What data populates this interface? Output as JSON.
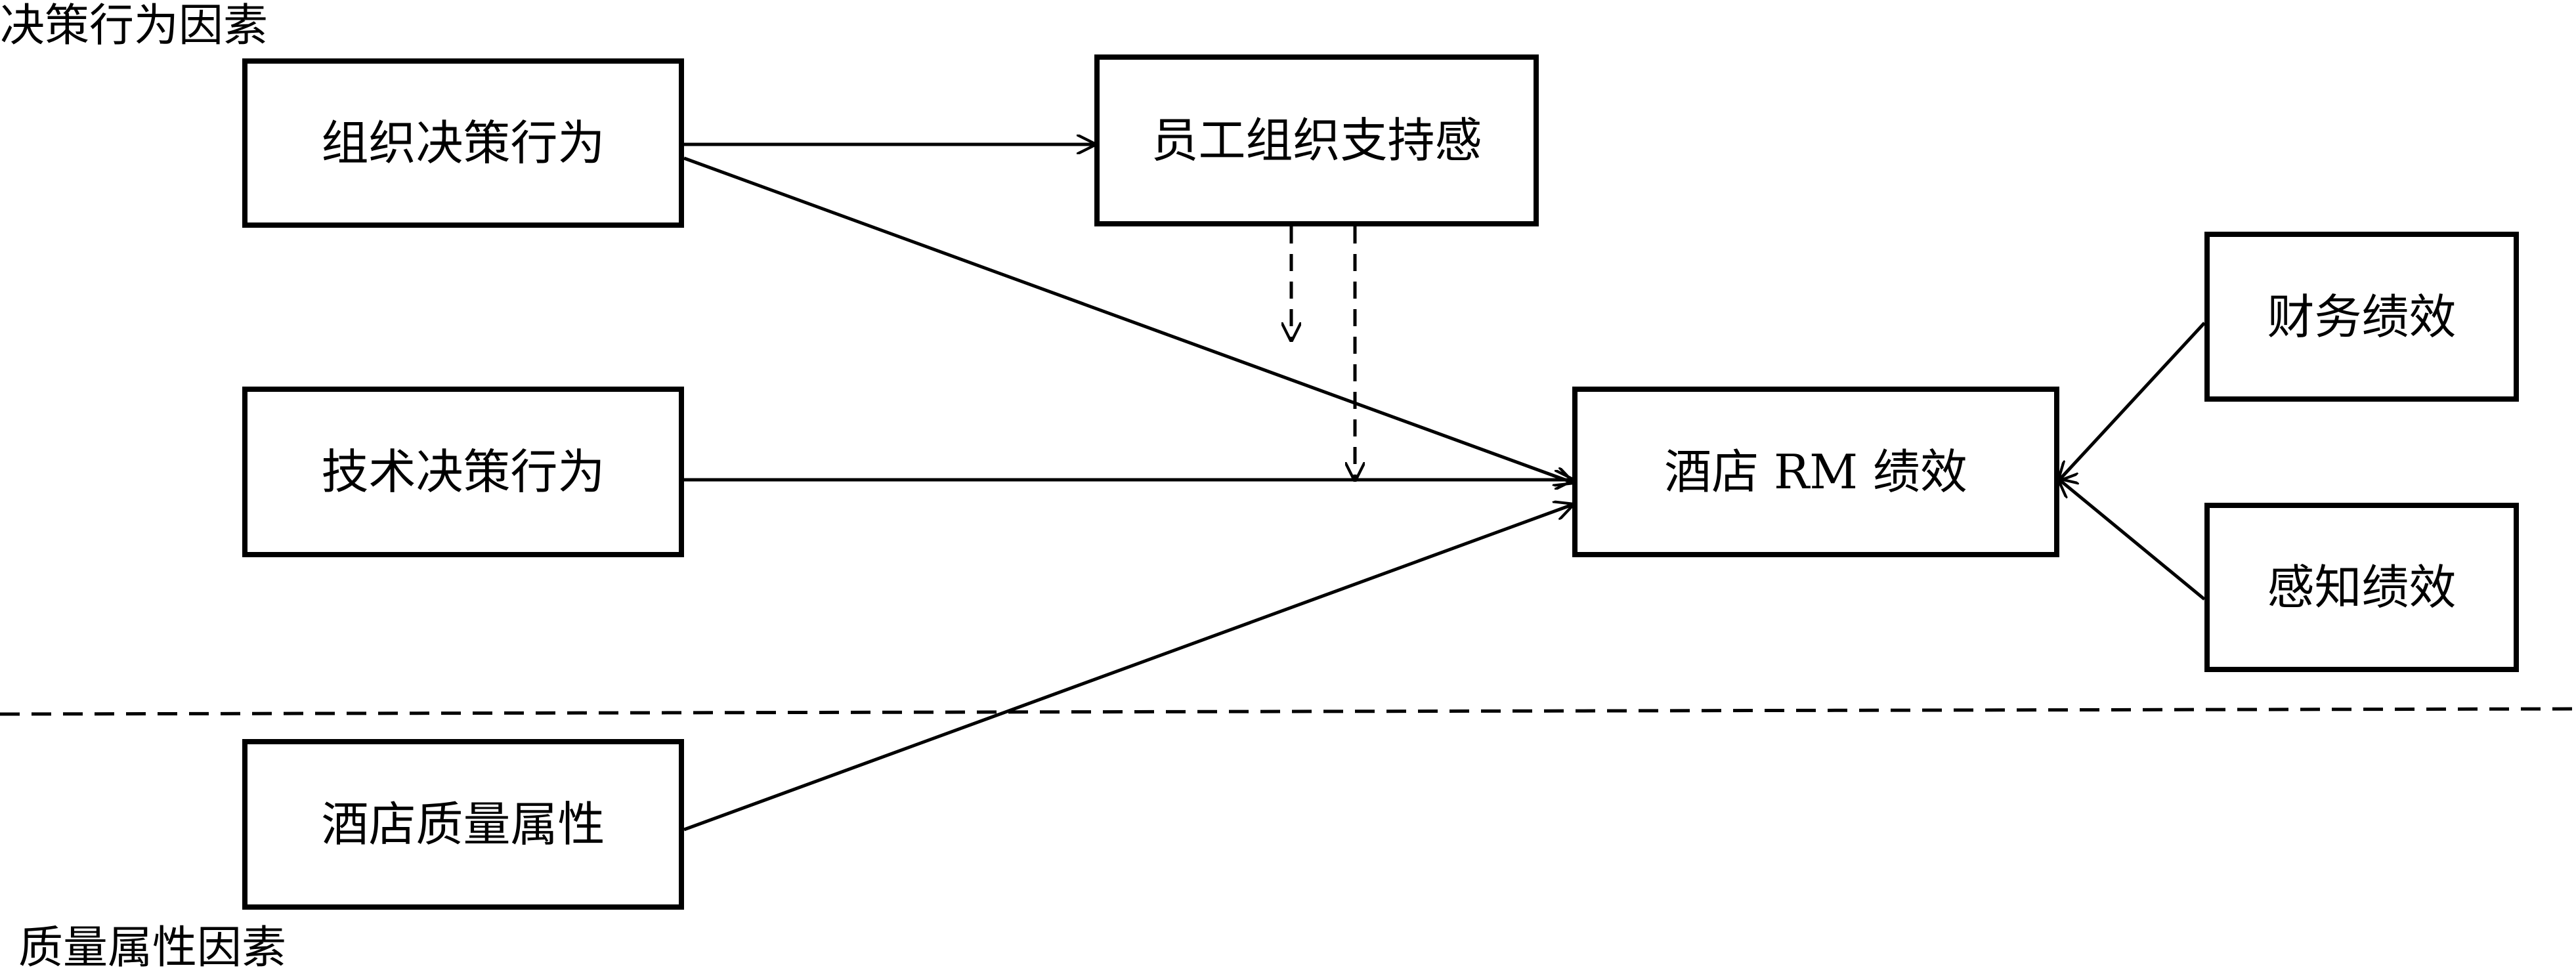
{
  "sections": {
    "decision_factors": "决策行为因素",
    "quality_factors": "质量属性因素"
  },
  "nodes": {
    "org_decision": "组织决策行为",
    "tech_decision": "技术决策行为",
    "hotel_quality": "酒店质量属性",
    "employee_support": "员工组织支持感",
    "hotel_rm": "酒店 RM 绩效",
    "financial": "财务绩效",
    "perceived": "感知绩效"
  },
  "colors": {
    "stroke": "#000000",
    "background": "#ffffff"
  }
}
